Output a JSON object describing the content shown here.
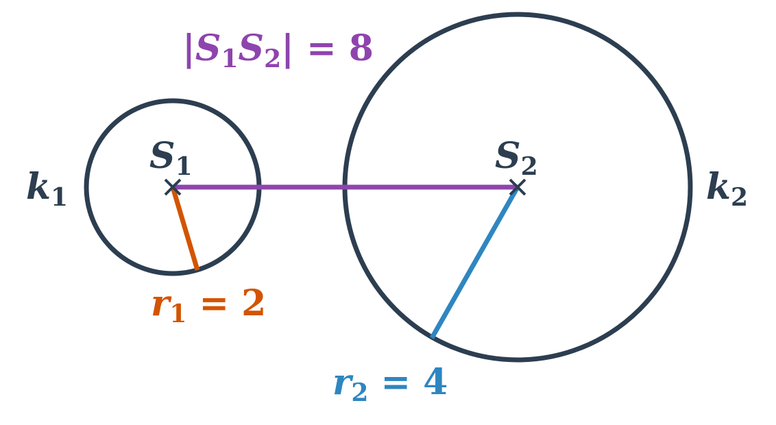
{
  "colors": {
    "circle": "#2c3e50",
    "distance": "#8e44ad",
    "radius1": "#d35400",
    "radius2": "#2e86c1"
  },
  "circle1": {
    "name": "k",
    "name_sub": "1",
    "center": "S",
    "center_sub": "1",
    "radius_var": "r",
    "radius_sub": "1",
    "radius_eq": "= 2",
    "radius": 2
  },
  "circle2": {
    "name": "k",
    "name_sub": "2",
    "center": "S",
    "center_sub": "2",
    "radius_var": "r",
    "radius_sub": "2",
    "radius_eq": "= 4",
    "radius": 4
  },
  "distance": {
    "bar_open": "|",
    "s1": "S",
    "s1_sub": "1",
    "s2": "S",
    "s2_sub": "2",
    "bar_close": "|",
    "eq": "= 8",
    "value": 8
  }
}
